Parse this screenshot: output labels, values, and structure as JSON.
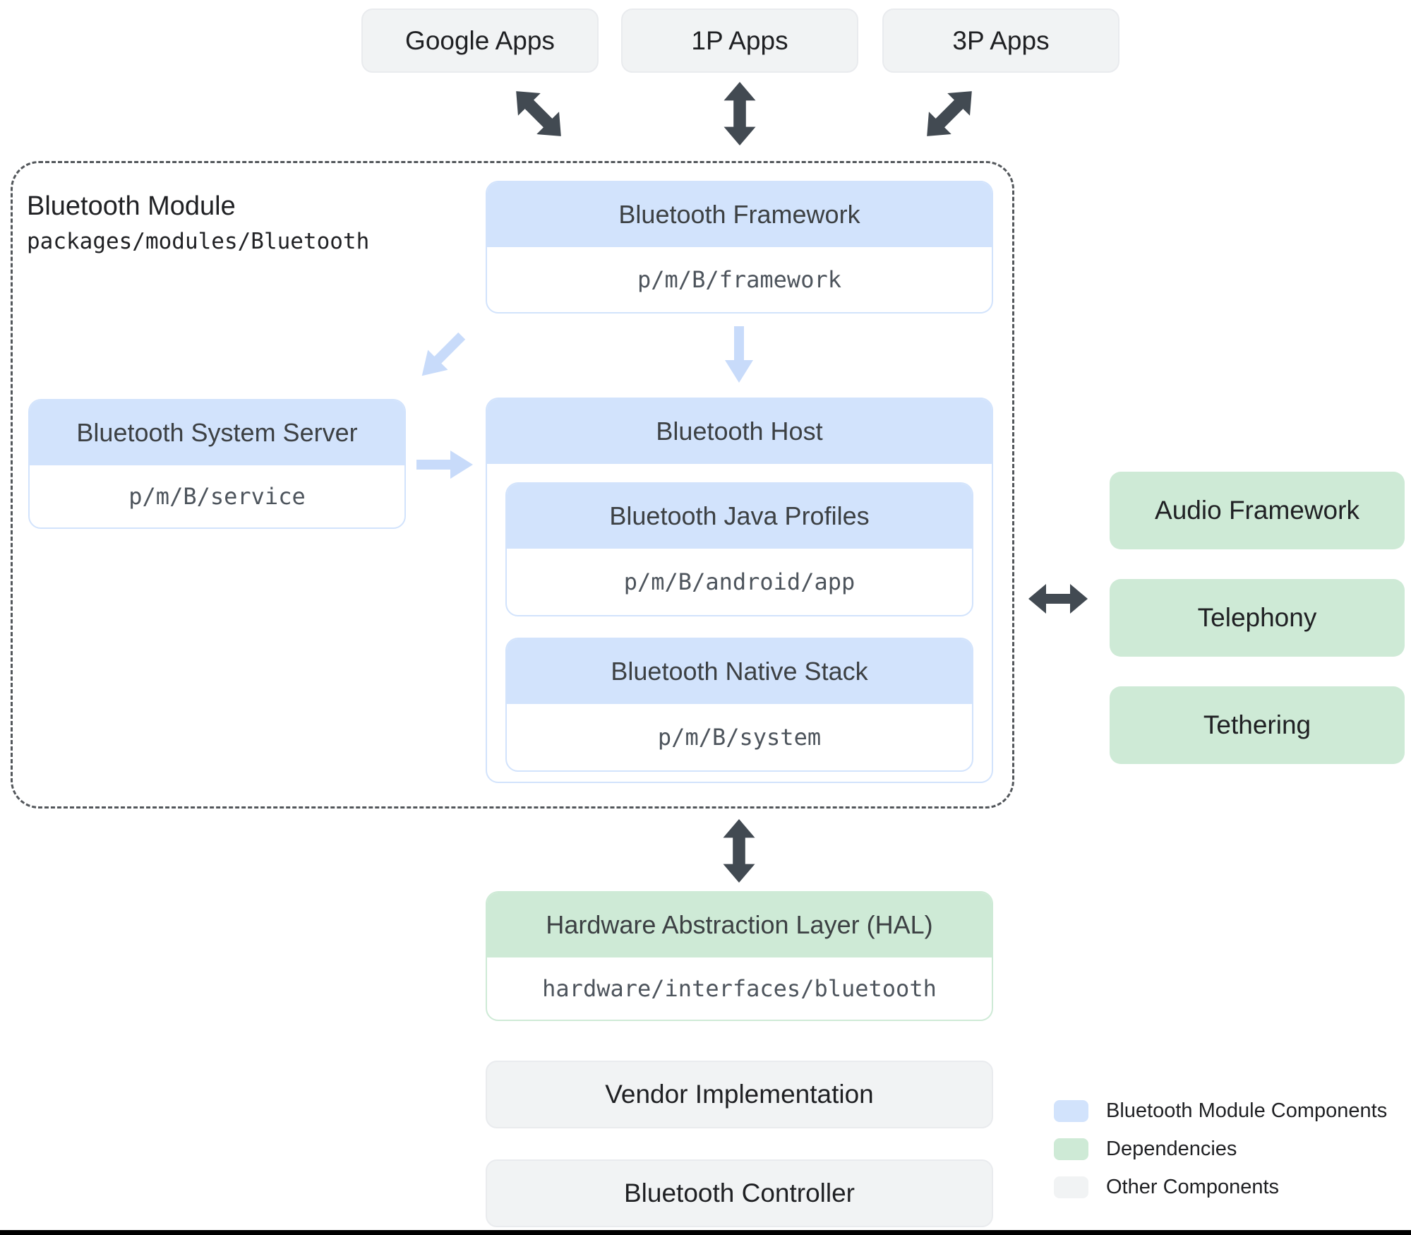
{
  "top_apps": [
    "Google Apps",
    "1P Apps",
    "3P Apps"
  ],
  "module": {
    "title": "Bluetooth Module",
    "path": "packages/modules/Bluetooth",
    "framework": {
      "title": "Bluetooth Framework",
      "path": "p/m/B/framework"
    },
    "system_server": {
      "title": "Bluetooth System Server",
      "path": "p/m/B/service"
    },
    "host": {
      "title": "Bluetooth Host",
      "java_profiles": {
        "title": "Bluetooth Java Profiles",
        "path": "p/m/B/android/app"
      },
      "native_stack": {
        "title": "Bluetooth Native Stack",
        "path": "p/m/B/system"
      }
    }
  },
  "dependencies": [
    "Audio Framework",
    "Telephony",
    "Tethering"
  ],
  "hal": {
    "title": "Hardware Abstraction Layer (HAL)",
    "path": "hardware/interfaces/bluetooth"
  },
  "bottom_components": [
    "Vendor Implementation",
    "Bluetooth Controller"
  ],
  "legend": [
    {
      "label": "Bluetooth Module Components",
      "color": "#d2e3fc"
    },
    {
      "label": "Dependencies",
      "color": "#ceead6"
    },
    {
      "label": "Other Components",
      "color": "#f1f3f4"
    }
  ],
  "colors": {
    "module_component_fill": "#d2e3fc",
    "dependency_fill": "#ceead6",
    "other_fill": "#f1f3f4",
    "dark_arrow": "#424a52",
    "light_arrow": "#c8dbfa"
  }
}
